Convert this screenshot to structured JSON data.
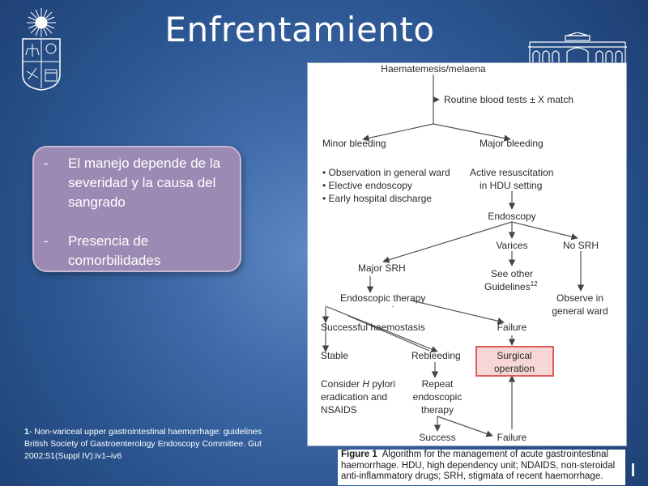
{
  "slide": {
    "title": "Enfrentamiento",
    "bullets": [
      {
        "marker": "-",
        "text": "El manejo depende de la severidad y la causa del sangrado"
      },
      {
        "marker": "-",
        "text": "Presencia de comorbilidades"
      }
    ],
    "reference": {
      "number": "1",
      "text": "- Non-variceal upper gastrointestinal haemorrhage: guidelines British Society of Gastroenterology Endoscopy Committee. Gut 2002;51(Suppl IV):iv1–iv6"
    }
  },
  "flowchart": {
    "haematemesis": "Haematemesis/melaena",
    "blood_tests": "Routine blood tests ± X match",
    "minor_bleeding": "Minor bleeding",
    "major_bleeding": "Major bleeding",
    "minor_items": [
      "• Observation in general ward",
      "• Elective endoscopy",
      "• Early hospital discharge"
    ],
    "active_resuscitation": [
      "Active resuscitation",
      "in HDU setting"
    ],
    "endoscopy": "Endoscopy",
    "varices": "Varices",
    "no_srh": "No SRH",
    "major_srh": "Major SRH",
    "see_other": "See other",
    "guidelines": "Guidelines",
    "guidelines_ref": "12",
    "endoscopic_therapy": "Endoscopic therapy",
    "observe": [
      "Observe in",
      "general ward"
    ],
    "successful_haemostasis": "Successful haemostasis",
    "failure_1": "Failure",
    "stable": "Stable",
    "rebleeding": "Rebleeding",
    "surgical": [
      "Surgical",
      "operation"
    ],
    "consider_prefix": "Consider ",
    "h_italic": "H",
    "pylori": " pylori",
    "eradication": "eradication and",
    "nsaids": "NSAIDS",
    "repeat": [
      "Repeat",
      "endoscopic",
      "therapy"
    ],
    "success": "Success",
    "failure_2": "Failure"
  },
  "caption": {
    "label": "Figure 1",
    "text": "Algorithm for the management of acute gastrointestinal haemorrhage. HDU, high dependency unit; NDAIDS, non-steroidal anti-inflammatory drugs; SRH, stigmata of recent haemorrhage."
  },
  "colors": {
    "background": "#2b5590",
    "bullet_box": "#9d8ab4",
    "surgical_border": "#e05a5a",
    "surgical_fill": "#f6d7d5"
  },
  "icons": {
    "left_logo": "university-crest-icon",
    "right_logo": "building-facade-icon"
  }
}
